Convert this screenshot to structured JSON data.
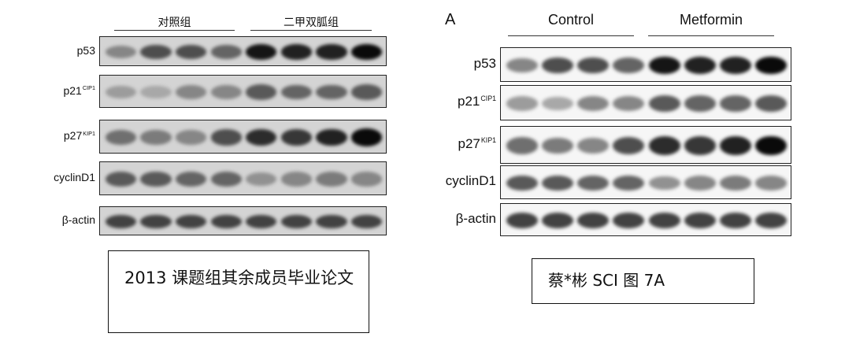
{
  "left_panel": {
    "groups": [
      "对照组",
      "二甲双胍组"
    ],
    "rows": [
      {
        "name": "p53",
        "sup": ""
      },
      {
        "name": "p21",
        "sup": "CIP1"
      },
      {
        "name": "p27",
        "sup": "KIP1"
      },
      {
        "name": "cyclinD1",
        "sup": ""
      },
      {
        "name": "β-actin",
        "sup": ""
      }
    ],
    "caption": "2013 课题组其余成员毕业论文"
  },
  "right_panel": {
    "panel_letter": "A",
    "groups": [
      "Control",
      "Metformin"
    ],
    "rows": [
      {
        "name": "p53",
        "sup": ""
      },
      {
        "name": "p21",
        "sup": "CIP1"
      },
      {
        "name": "p27",
        "sup": "KIP1"
      },
      {
        "name": "cyclinD1",
        "sup": ""
      },
      {
        "name": "β-actin",
        "sup": ""
      }
    ],
    "caption": "蔡*彬 SCI 图 7A"
  },
  "band_intensities": {
    "p53": [
      0.45,
      0.7,
      0.7,
      0.6,
      0.95,
      0.9,
      0.9,
      1.0
    ],
    "p21": [
      0.35,
      0.3,
      0.45,
      0.45,
      0.65,
      0.6,
      0.6,
      0.65
    ],
    "p27": [
      0.55,
      0.5,
      0.45,
      0.7,
      0.85,
      0.8,
      0.9,
      1.0
    ],
    "cyclinD1": [
      0.65,
      0.65,
      0.6,
      0.6,
      0.4,
      0.45,
      0.5,
      0.45
    ],
    "beta_actin": [
      0.75,
      0.75,
      0.75,
      0.75,
      0.75,
      0.75,
      0.75,
      0.75
    ]
  }
}
